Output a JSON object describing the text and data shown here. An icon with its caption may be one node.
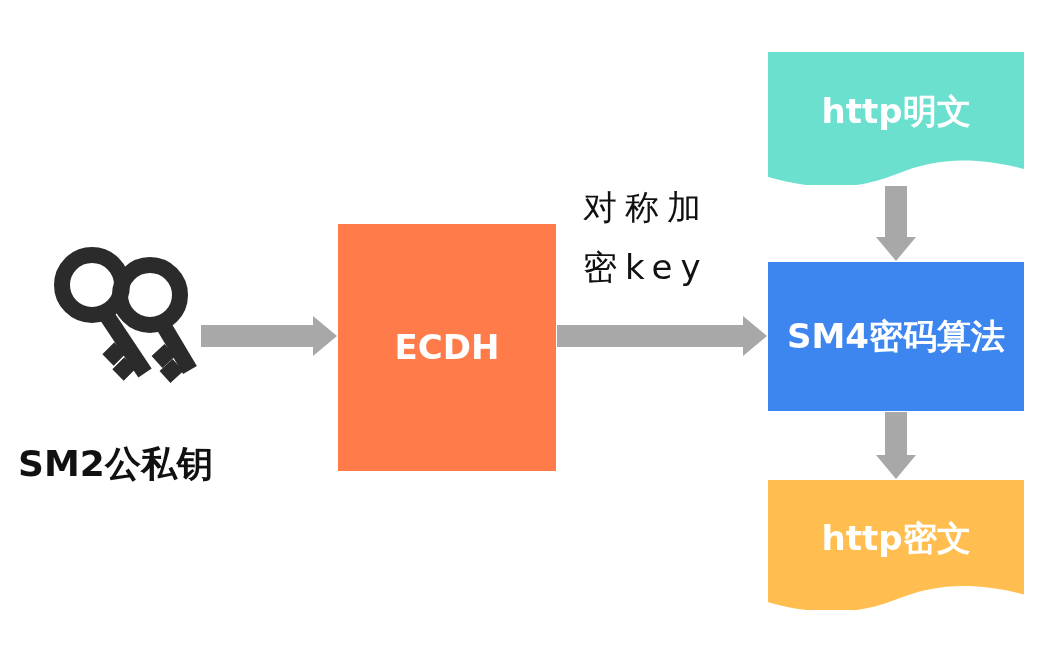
{
  "diagram": {
    "nodes": [
      {
        "text": [],
        "shape": "picture",
        "beside": [
          "SM2公私钥"
        ]
      },
      {
        "text": [
          "ECDH"
        ]
      },
      {
        "text": [
          "http明文"
        ]
      },
      {
        "text": [
          "SM4密码算法"
        ]
      },
      {
        "text": [
          "http密文"
        ]
      }
    ],
    "edges": [
      {
        "from": 0,
        "to": 1,
        "arrow": "to"
      },
      {
        "from": 1,
        "to": 3,
        "arrow": "to",
        "label": "对称加密key"
      },
      {
        "from": 2,
        "to": 3,
        "arrow": "to"
      },
      {
        "from": 3,
        "to": 4,
        "arrow": "to"
      }
    ]
  }
}
